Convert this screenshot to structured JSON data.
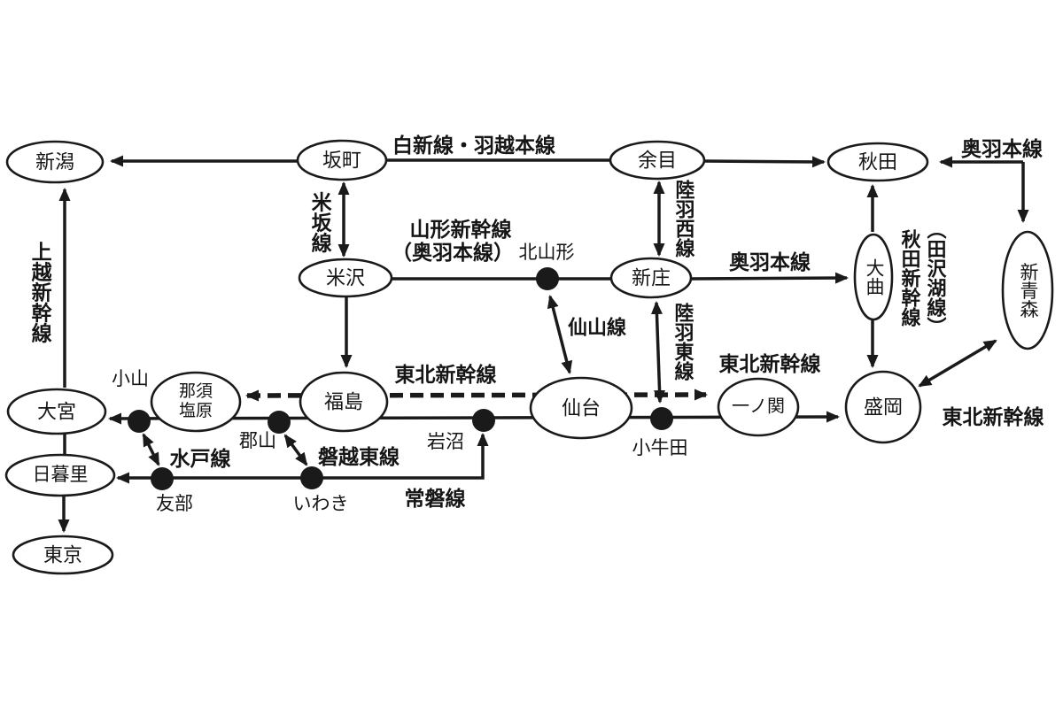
{
  "stations": {
    "niigata": "新潟",
    "sakamachi": "坂町",
    "amarume": "余目",
    "akita": "秋田",
    "yonezawa": "米沢",
    "shinjo": "新庄",
    "omagari": "大曲",
    "shin_aomori": "新青森",
    "nasushiobara": "那須塩原",
    "fukushima": "福島",
    "sendai": "仙台",
    "ichinoseki": "一ノ関",
    "morioka": "盛岡",
    "omiya": "大宮",
    "nippori": "日暮里",
    "tokyo": "東京"
  },
  "junctions": {
    "oyama": "小山",
    "koriyama": "郡山",
    "kita_yamagata": "北山形",
    "iwanuma": "岩沼",
    "kogota": "小牛田",
    "tomobe": "友部",
    "iwaki": "いわき"
  },
  "lines": {
    "hakushin_uetsu": "白新線・羽越本線",
    "ou_main": "奥羽本線",
    "yonesaka": "米坂線",
    "rikuu_west": "陸羽西線",
    "yamagata_shinkansen": "山形新幹線",
    "yamagata_shinkansen_paren": "（奥羽本線）",
    "akita_shinkansen": "秋田新幹線",
    "akita_shinkansen_paren": "（田沢湖線）",
    "senzan": "仙山線",
    "rikuu_east": "陸羽東線",
    "tohoku_shinkansen": "東北新幹線",
    "joetsu_shinkansen": "上越新幹線",
    "mito": "水戸線",
    "banetsu_east": "磐越東線",
    "joban": "常磐線"
  },
  "colors": {
    "ink": "#1a1a1a",
    "background": "#ffffff"
  }
}
